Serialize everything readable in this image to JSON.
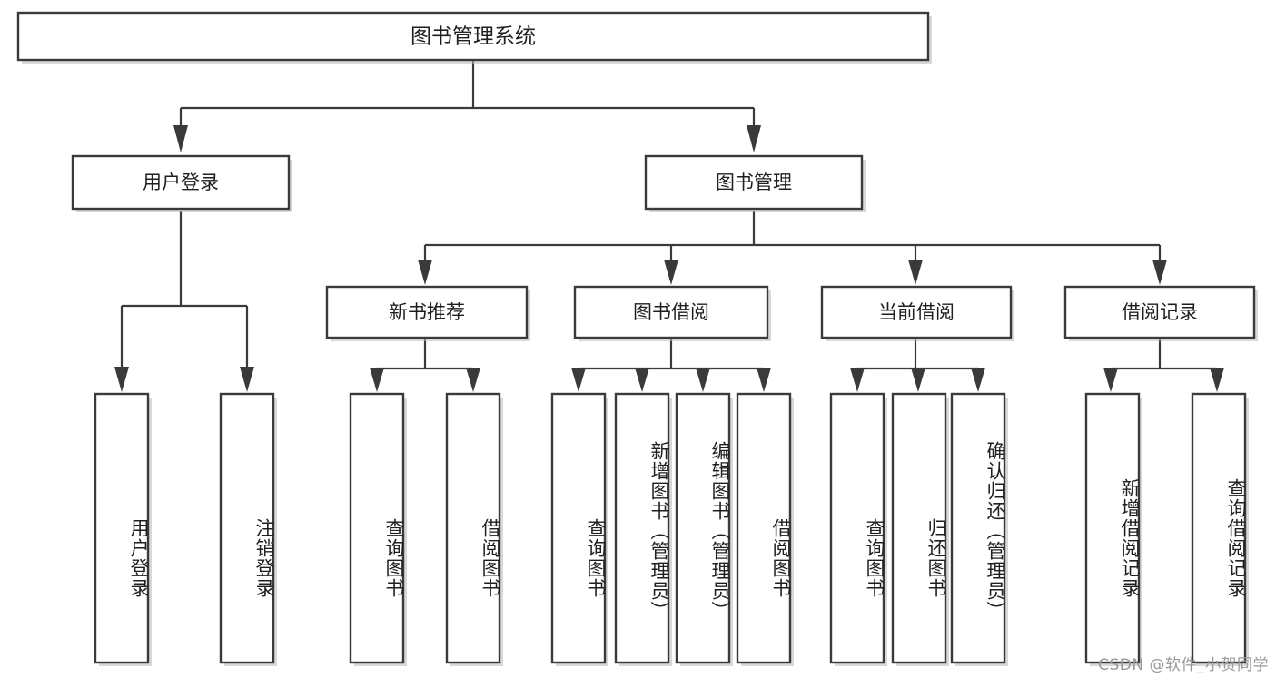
{
  "diagram": {
    "type": "tree",
    "title": "图书管理系统",
    "watermark": "CSDN @软件_小贺同学",
    "colors": {
      "box_stroke": "#3a3a3a",
      "box_fill": "#ffffff",
      "text": "#1f1f1f",
      "connector": "#3a3a3a",
      "watermark": "#9a9a9a",
      "background": "#ffffff"
    },
    "root": {
      "label": "图书管理系统"
    },
    "level1": [
      {
        "label": "用户登录"
      },
      {
        "label": "图书管理"
      }
    ],
    "level2": [
      {
        "label": "新书推荐"
      },
      {
        "label": "图书借阅"
      },
      {
        "label": "当前借阅"
      },
      {
        "label": "借阅记录"
      }
    ],
    "leaves": {
      "user_login": [
        {
          "label": "用户登录"
        },
        {
          "label": "注销登录"
        }
      ],
      "new_book": [
        {
          "label": "查询图书"
        },
        {
          "label": "借阅图书"
        }
      ],
      "book_borrow": [
        {
          "label": "查询图书"
        },
        {
          "label": "新增图书（管理员）"
        },
        {
          "label": "编辑图书（管理员）"
        },
        {
          "label": "借阅图书"
        }
      ],
      "current_borrow": [
        {
          "label": "查询图书"
        },
        {
          "label": "归还图书"
        },
        {
          "label": "确认归还（管理员）"
        }
      ],
      "borrow_record": [
        {
          "label": "新增借阅记录"
        },
        {
          "label": "查询借阅记录"
        }
      ]
    }
  }
}
